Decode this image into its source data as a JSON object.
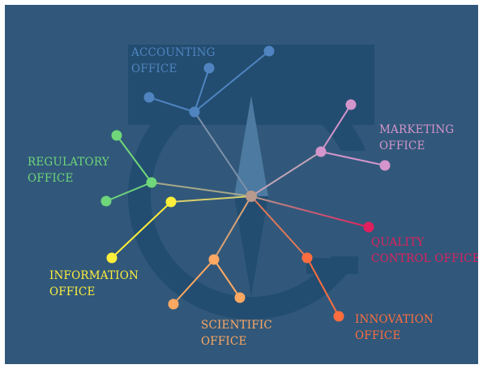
{
  "center": {
    "color": "#b89a8c"
  },
  "branches": [
    {
      "id": "accounting",
      "label_lines": [
        "ACCOUNTING",
        "OFFICE"
      ],
      "color": "#4f84c0",
      "edge_color": "#7e90aa"
    },
    {
      "id": "marketing",
      "label_lines": [
        "MARKETING",
        "OFFICE"
      ],
      "color": "#d495cc",
      "edge_color": "#c2a3b8"
    },
    {
      "id": "regulatory",
      "label_lines": [
        "REGULATORY",
        "OFFICE"
      ],
      "color": "#6fd67a",
      "edge_color": "#a6a88a"
    },
    {
      "id": "information",
      "label_lines": [
        "INFORMATION",
        "OFFICE"
      ],
      "color": "#ffee3b",
      "edge_color": "#d9cf6c"
    },
    {
      "id": "quality-control",
      "label_lines": [
        "QUALITY",
        "CONTROL OFFICE"
      ],
      "color": "#e0205e",
      "edge_color": "#c95a74"
    },
    {
      "id": "scientific",
      "label_lines": [
        "SCIENTIFIC",
        "OFFICE"
      ],
      "color": "#ffa862",
      "edge_color": "#d9a275"
    },
    {
      "id": "innovation",
      "label_lines": [
        "INNOVATION",
        "OFFICE"
      ],
      "color": "#ff6d3f",
      "edge_color": "#e07858"
    }
  ]
}
